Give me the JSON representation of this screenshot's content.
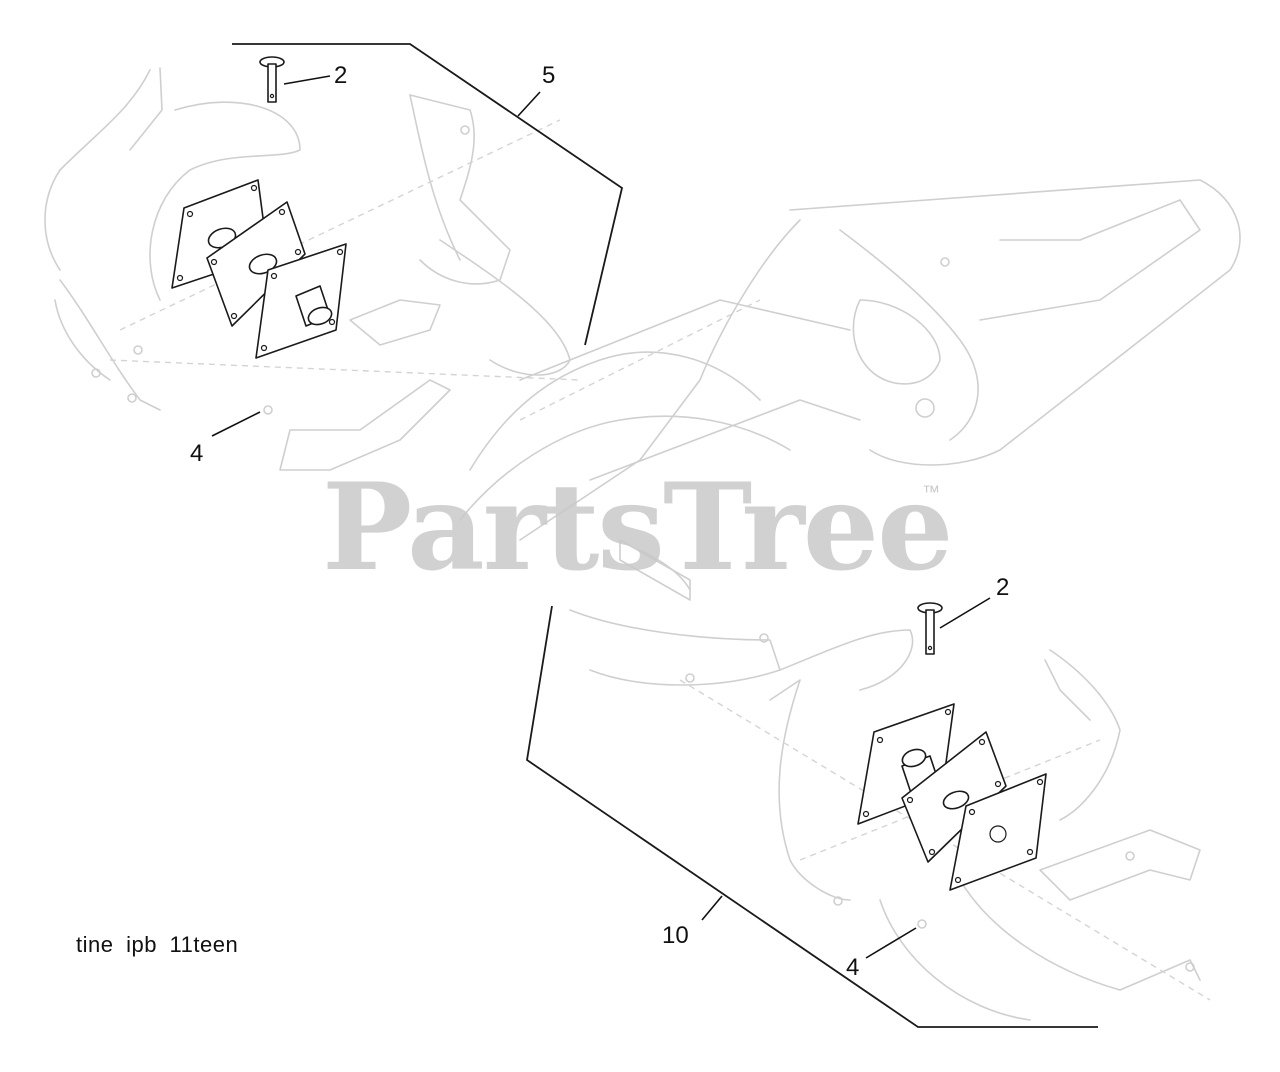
{
  "diagram": {
    "callouts": [
      {
        "id": "pin-upper",
        "label": "2"
      },
      {
        "id": "bracket-upper",
        "label": "5"
      },
      {
        "id": "fastener-upper",
        "label": "4"
      },
      {
        "id": "pin-lower",
        "label": "2"
      },
      {
        "id": "bracket-lower",
        "label": "10"
      },
      {
        "id": "fastener-lower",
        "label": "4"
      }
    ],
    "caption": "tine ipb 11teen",
    "watermark": "PartsTree",
    "trademark": "™"
  }
}
